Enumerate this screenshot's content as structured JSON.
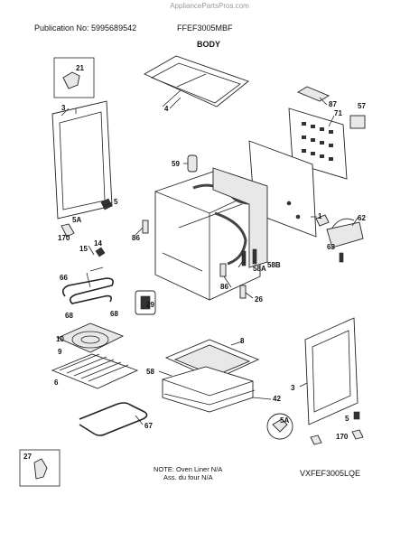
{
  "watermark": "AppliancePartsPros.com",
  "header": {
    "publication": "Publication No: 5995689542",
    "model": "FFEF3005MBF",
    "section": "BODY"
  },
  "parts": [
    "21",
    "4",
    "87",
    "71",
    "57",
    "3",
    "59",
    "5",
    "5A",
    "170",
    "1",
    "62",
    "86",
    "14",
    "15",
    "66",
    "63",
    "58A",
    "58B",
    "86",
    "26",
    "29",
    "68",
    "68",
    "10",
    "8",
    "3",
    "9",
    "58",
    "6",
    "42",
    "5A",
    "5",
    "67",
    "170",
    "27"
  ],
  "notes": {
    "line1": "NOTE: Oven Liner N/A",
    "line2": "Ass. du four N/A"
  },
  "diagram_code": "VXFEF3005LQE"
}
